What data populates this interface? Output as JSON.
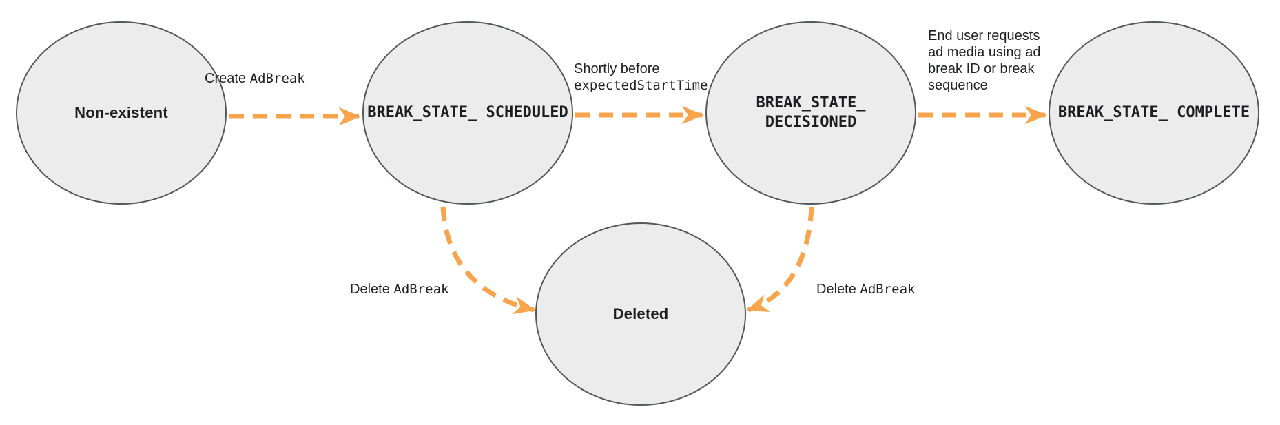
{
  "colors": {
    "node_fill": "#ececec",
    "node_border": "#54585a",
    "arrow_orange": "#f8a44c",
    "text": "#202124"
  },
  "nodes": {
    "non_existent": {
      "label": "Non-existent"
    },
    "scheduled": {
      "line1": "BREAK_STATE_",
      "line2": "SCHEDULED"
    },
    "decisioned": {
      "line1": "BREAK_STATE_",
      "line2": "DECISIONED"
    },
    "complete": {
      "line1": "BREAK_STATE_",
      "line2": "COMPLETE"
    },
    "deleted": {
      "label": "Deleted"
    }
  },
  "edges": {
    "create": {
      "plain": "Create",
      "code": "AdBreak"
    },
    "decision": {
      "line1_plain": "Shortly before",
      "line2_code": "expectedStartTime"
    },
    "complete": {
      "lines": [
        "End user requests",
        "ad media using ad",
        "break ID or break",
        "sequence"
      ]
    },
    "delete_left": {
      "plain": "Delete",
      "code": "AdBreak"
    },
    "delete_right": {
      "plain": "Delete",
      "code": "AdBreak"
    }
  }
}
